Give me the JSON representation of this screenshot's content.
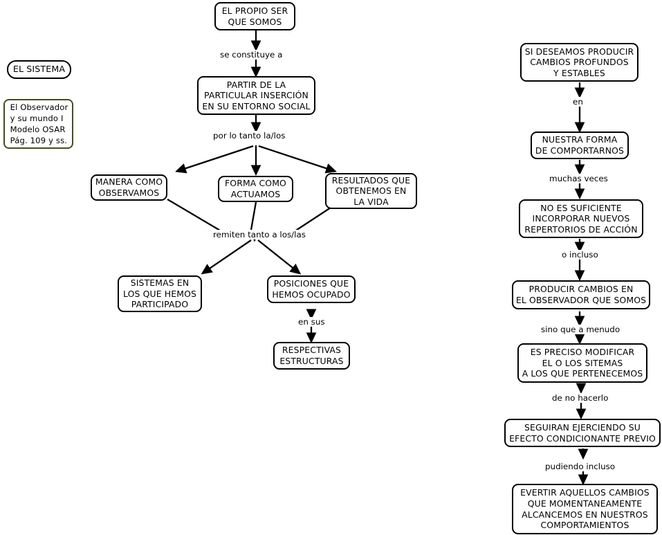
{
  "diagram": {
    "title_nodes": {
      "system_label": "EL SISTEMA",
      "source_note": "El Observador\ny su mundo I\nModelo OSAR\nPág. 109 y ss."
    },
    "colors": {
      "node_border": "#000000",
      "note_border": "#4a4a1e",
      "background": "#ffffff",
      "text": "#000000"
    },
    "left_branch": {
      "nodes": [
        {
          "id": "ser",
          "text": "EL PROPIO SER\nQUE SOMOS"
        },
        {
          "id": "partir",
          "text": "PARTIR DE LA\nPARTICULAR INSERCIÓN\nEN SU ENTORNO SOCIAL"
        },
        {
          "id": "manera",
          "text": "MANERA COMO\nOBSERVAMOS"
        },
        {
          "id": "forma",
          "text": "FORMA COMO\nACTUAMOS"
        },
        {
          "id": "resultados",
          "text": "RESULTADOS QUE\nOBTENEMOS EN\nLA VIDA"
        },
        {
          "id": "sistemas",
          "text": "SISTEMAS EN\nLOS QUE HEMOS\nPARTICIPADO"
        },
        {
          "id": "posiciones",
          "text": "POSICIONES QUE\nHEMOS OCUPADO"
        },
        {
          "id": "respectivas",
          "text": "RESPECTIVAS\nESTRUCTURAS"
        }
      ],
      "edge_labels": [
        {
          "id": "l1",
          "text": "se constituye a"
        },
        {
          "id": "l2",
          "text": "por lo tanto la/los"
        },
        {
          "id": "l3",
          "text": "remiten tanto a los/las"
        },
        {
          "id": "l4",
          "text": "en sus"
        }
      ]
    },
    "right_branch": {
      "nodes": [
        {
          "id": "r1",
          "text": "SI DESEAMOS PRODUCIR\nCAMBIOS PROFUNDOS\nY ESTABLES"
        },
        {
          "id": "r2",
          "text": "NUESTRA FORMA\nDE COMPORTARNOS"
        },
        {
          "id": "r3",
          "text": "NO ES SUFICIENTE\nINCORPORAR NUEVOS\nREPERTORIOS DE ACCIÓN"
        },
        {
          "id": "r4",
          "text": "PRODUCIR CAMBIOS EN\nEL OBSERVADOR QUE SOMOS"
        },
        {
          "id": "r5",
          "text": "ES PRECISO MODIFICAR\nEL O LOS SITEMAS\nA LOS QUE PERTENECEMOS"
        },
        {
          "id": "r6",
          "text": "SEGUIRAN EJERCIENDO SU\nEFECTO CONDICIONANTE PREVIO"
        },
        {
          "id": "r7",
          "text": "EVERTIR AQUELLOS CAMBIOS\nQUE MOMENTANEAMENTE\nALCANCEMOS EN NUESTROS\nCOMPORTAMIENTOS"
        }
      ],
      "edge_labels": [
        {
          "id": "rl1",
          "text": "en"
        },
        {
          "id": "rl2",
          "text": "muchas veces"
        },
        {
          "id": "rl3",
          "text": "o incluso"
        },
        {
          "id": "rl4",
          "text": "sino que a menudo"
        },
        {
          "id": "rl5",
          "text": "de no hacerlo"
        },
        {
          "id": "rl6",
          "text": "pudiendo incluso"
        }
      ]
    }
  }
}
